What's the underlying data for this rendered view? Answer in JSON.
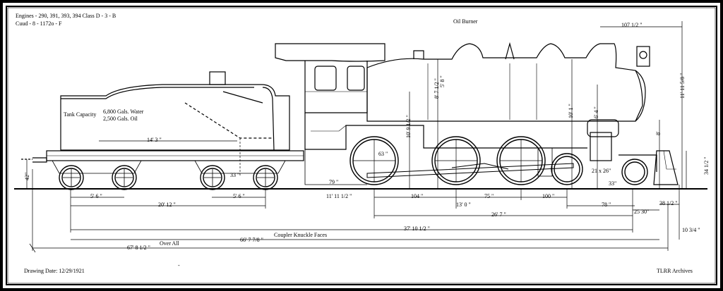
{
  "header": {
    "line1": "Engines - 290, 391, 393, 394    Class D - 3 - B",
    "line2": "Cuud - 8 - 1172o - F"
  },
  "footer": {
    "drawing_date": "Drawing Date: 12/29/1921",
    "archive": "TLRR Archives"
  },
  "stamp": "-",
  "labels": {
    "oil_burner": "Oil Burner",
    "tank_capacity": "Tank Capacity",
    "water": "6,800 Gals. Water",
    "oil": "2,500 Gals. Oil",
    "coupler_note": "Coupler Knuckle Faces",
    "over_all": "Over All"
  },
  "dimensions": {
    "d_107": "107 1/2 \"",
    "d_11_11": "11' 11 5/8 \"",
    "d_14_3": "14' 3 \"",
    "d_5_6a": "5' 6 \"",
    "d_20_12": "20' 12 \"",
    "d_5_6b": "5' 6 \"",
    "d_11_11b": "11' 11 1/2 \"",
    "d_104": "104 \"",
    "d_13_0": "13' 0 \"",
    "d_75": "75 \"",
    "d_100": "100 \"",
    "d_26_7": "26' 7 \"",
    "d_78": "78 \"",
    "d_25_30": "25 30\"",
    "d_38": "38 1/2 \"",
    "d_37_10": "37' 10 1/2 \"",
    "d_66_7": "66' 7 7/8 \"",
    "d_67_8": "67' 8 1/2 \"",
    "d_10_3": "10 3/4 \"",
    "d_63": "63 \"",
    "d_33": "33 \"",
    "d_79": "79 \"",
    "d_21_26": "21 x 26\"",
    "d_33b": "33\"",
    "d_34": "34 1/2 \"",
    "d_42": "42\"",
    "d_10_9": "10' 9 1/2 \"",
    "d_8_7": "8' 7 1/2 \"",
    "d_10_1": "10' 1 \"",
    "d_6_4": "6' 4 \"",
    "d_8": "8'",
    "d_5_8": "5' 8 \""
  }
}
